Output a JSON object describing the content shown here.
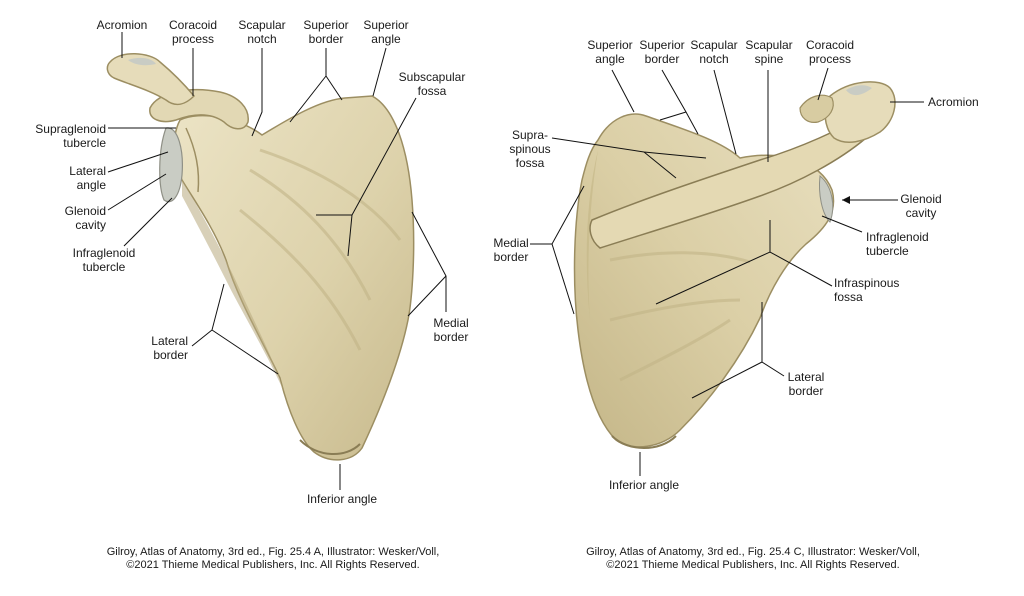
{
  "colors": {
    "bone": "#ddd2ab",
    "bone_shadow": "#b8aa7d",
    "bone_dark": "#9c8e62",
    "bone_light": "#ece4c6",
    "cartilage": "#c9ccc4",
    "leader": "#111111"
  },
  "figure_left": {
    "labels": {
      "acromion": "Acromion",
      "coracoid_process": "Coracoid\nprocess",
      "scapular_notch": "Scapular\nnotch",
      "superior_border": "Superior\nborder",
      "superior_angle": "Superior\nangle",
      "subscapular_fossa": "Subscapular\nfossa",
      "supraglenoid_tubercle": "Supraglenoid\ntubercle",
      "lateral_angle": "Lateral\nangle",
      "glenoid_cavity": "Glenoid\ncavity",
      "infraglenoid_tubercle": "Infraglenoid\ntubercle",
      "lateral_border": "Lateral\nborder",
      "medial_border": "Medial\nborder",
      "inferior_angle": "Inferior angle"
    },
    "credit": {
      "line1": "Gilroy, Atlas of Anatomy, 3rd ed., Fig. 25.4 A, Illustrator: Wesker/Voll,",
      "line2": "©2021 Thieme Medical Publishers, Inc. All Rights Reserved."
    }
  },
  "figure_right": {
    "labels": {
      "superior_angle": "Superior\nangle",
      "superior_border": "Superior\nborder",
      "scapular_notch": "Scapular\nnotch",
      "scapular_spine": "Scapular\nspine",
      "coracoid_process": "Coracoid\nprocess",
      "acromion": "Acromion",
      "supraspinous_fossa": "Supra-\nspinous\nfossa",
      "glenoid_cavity": "Glenoid\ncavity",
      "medial_border": "Medial\nborder",
      "infraglenoid_tubercle": "Infraglenoid\ntubercle",
      "infraspinous_fossa": "Infraspinous\nfossa",
      "lateral_border": "Lateral\nborder",
      "inferior_angle": "Inferior angle"
    },
    "credit": {
      "line1": "Gilroy, Atlas of Anatomy, 3rd ed., Fig. 25.4 C, Illustrator: Wesker/Voll,",
      "line2": "©2021 Thieme Medical Publishers, Inc. All Rights Reserved."
    }
  }
}
